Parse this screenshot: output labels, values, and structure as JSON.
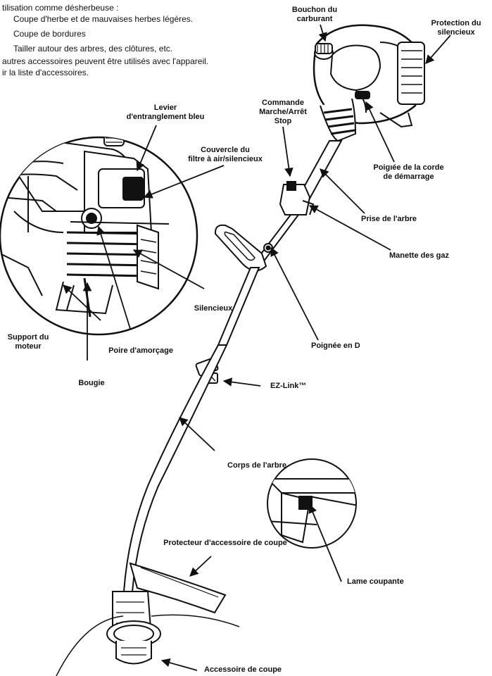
{
  "intro": {
    "line1": "tilisation comme désherbeuse :",
    "line2": "Coupe d'herbe et de mauvaises herbes légères.",
    "line3": "Coupe de bordures",
    "line4": "Tailler autour des arbres, des clôtures, etc.",
    "line5": "autres accessoires peuvent être utilisés avec l'appareil.",
    "line6": "ir la liste d'accessoires."
  },
  "labels": {
    "fuel_cap": [
      "Bouchon du",
      "carburant"
    ],
    "muffler_guard": [
      "Protection du",
      "silencieux"
    ],
    "on_off": [
      "Commande",
      "Marche/Arrêt",
      "Stop"
    ],
    "choke": [
      "Levier",
      "d'entranglement bleu"
    ],
    "air_filter": [
      "Couvercle du",
      "filtre à air/silencieux"
    ],
    "starter_rope": [
      "Poigıée de la corde",
      "de démarrage"
    ],
    "shaft_grip": "Prise de l'arbre",
    "throttle": "Manette des gaz",
    "muffler": "Silencieux",
    "d_handle": "Poignée en D",
    "engine_mount": [
      "Support du",
      "moteur"
    ],
    "primer": "Poire d'amorçage",
    "spark_plug": "Bougie",
    "ez_link": "EZ-Link™",
    "shaft": "Corps de l'arbre",
    "guard": "Protecteur d'accessoire de coupe",
    "blade": "Lame coupante",
    "cutting_attachment": "Accessoire de coupe"
  }
}
